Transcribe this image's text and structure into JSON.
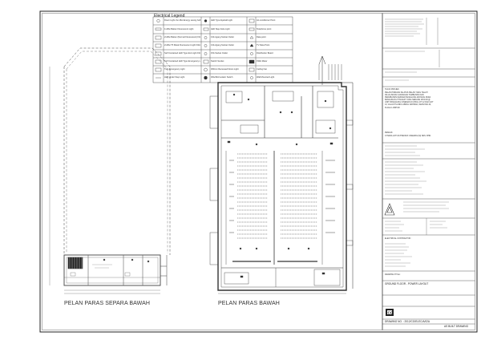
{
  "legend": {
    "title": "Electrical Legend",
    "items": [
      "Down Light c/w 18w Energy saving bulb",
      "1x18w Batten Fluorescent Light",
      "2x18w Batten (Normal Fluorescent) Fitting",
      "2x18w T5 Metal Fluorescent Light Fitting",
      "Self Contained LED Type Exit Light Fitting",
      "Self Contained LED Type Emergency Light Fitting",
      "Twin Emergency Light",
      "LED Under Step Light",
      "LED Type Eyeball Light",
      "LED Step Aisle Light",
      "13A 1gang Socket Outlet",
      "13A 2gang Socket Outlet",
      "15A Socket Outlet",
      "Switch Socket",
      "300mm Recessed Down Light",
      "30A/40A Isolator Switch",
      "Air-conditioner Point",
      "Telephone point",
      "Data point",
      "TV Data Point",
      "Distribution Board",
      "KWH Meter",
      "Ceiling Fan",
      "Wall Mounted Light"
    ]
  },
  "plans": {
    "mezzanine_label": "PELAN PARAS SEPARA BAWAH",
    "ground_label": "PELAN PARAS BAWAH"
  },
  "title_block": {
    "project_header": "TAJUK PROJEK:",
    "project_description": "PELAN PINDAAN KE ATAS PELAN YANG TELAH DILULUSKAN CADANGAN TAMBAHAN DAN PERUBAHAN KEPADA PANGGUNG WAYANG PADA BANGUNAN 2 TINGKAT YANG SEDANG WUJUD @ UNIT PANGGUNG CINEMAS DI ATAS LOT 12 DAN LOT 13, JALAN TUANKU ABDUL RAHMAN, SEKSYEN 20, KUALA LUMPUR.",
    "owner_header": "PEMILIK:",
    "owner": "CITIARA LOTUS PHEONIX CINEMAS (M) SDN. BHD.",
    "electrical_contractor": "ELECTRICAL CONTRACTOR :",
    "drawing_title_header": "DRAWING TITLE :",
    "drawing_title": "GROUND FLOOR - POWER LAYOUT",
    "drawing_no": "DRAWING NO. : 2012/CG/ELEC/A/02A",
    "status": "AS BUILT DRAWING",
    "logo_text": "CG"
  }
}
